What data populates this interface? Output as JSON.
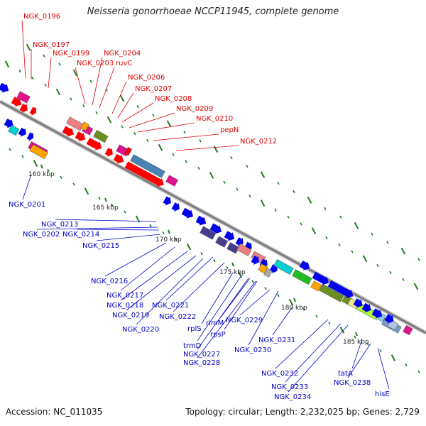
{
  "title": "Neisseria gonorrhoeae NCCP11945, complete genome",
  "footer": {
    "accession": "Accession: NC_011035",
    "topology": "Topology: circular; Length: 2,232,025 bp; Genes: 2,729"
  },
  "colors": {
    "forward_labels": "#e00000",
    "reverse_labels": "#0000c8",
    "backbone": "#888888",
    "tick": "#1a7a1a"
  },
  "tick_labels": [
    "160 kbp",
    "165 kbp",
    "170 kbp",
    "175 kbp",
    "180 kbp",
    "185 kbp"
  ],
  "forward_genes": [
    "NGK_0196",
    "NGK_0197",
    "NGK_0199",
    "NGK_0203",
    "NGK_0204",
    "ruvC",
    "NGK_0206",
    "NGK_0207",
    "NGK_0208",
    "NGK_0209",
    "NGK_0210",
    "pepN",
    "NGK_0212"
  ],
  "reverse_genes": [
    "NGK_0201",
    "NGK_0213",
    "NGK_0202",
    "NGK_0214",
    "NGK_0215",
    "NGK_0216",
    "NGK_0217",
    "NGK_0218",
    "NGK_0219",
    "NGK_0220",
    "NGK_0221",
    "NGK_0222",
    "rplS",
    "trmD",
    "NGK_0227",
    "NGK_0228",
    "rimM",
    "rpsP",
    "NGK_0229",
    "NGK_0230",
    "NGK_0231",
    "NGK_0232",
    "NGK_0233",
    "NGK_0234",
    "tatA",
    "NGK_0238",
    "hisE"
  ]
}
